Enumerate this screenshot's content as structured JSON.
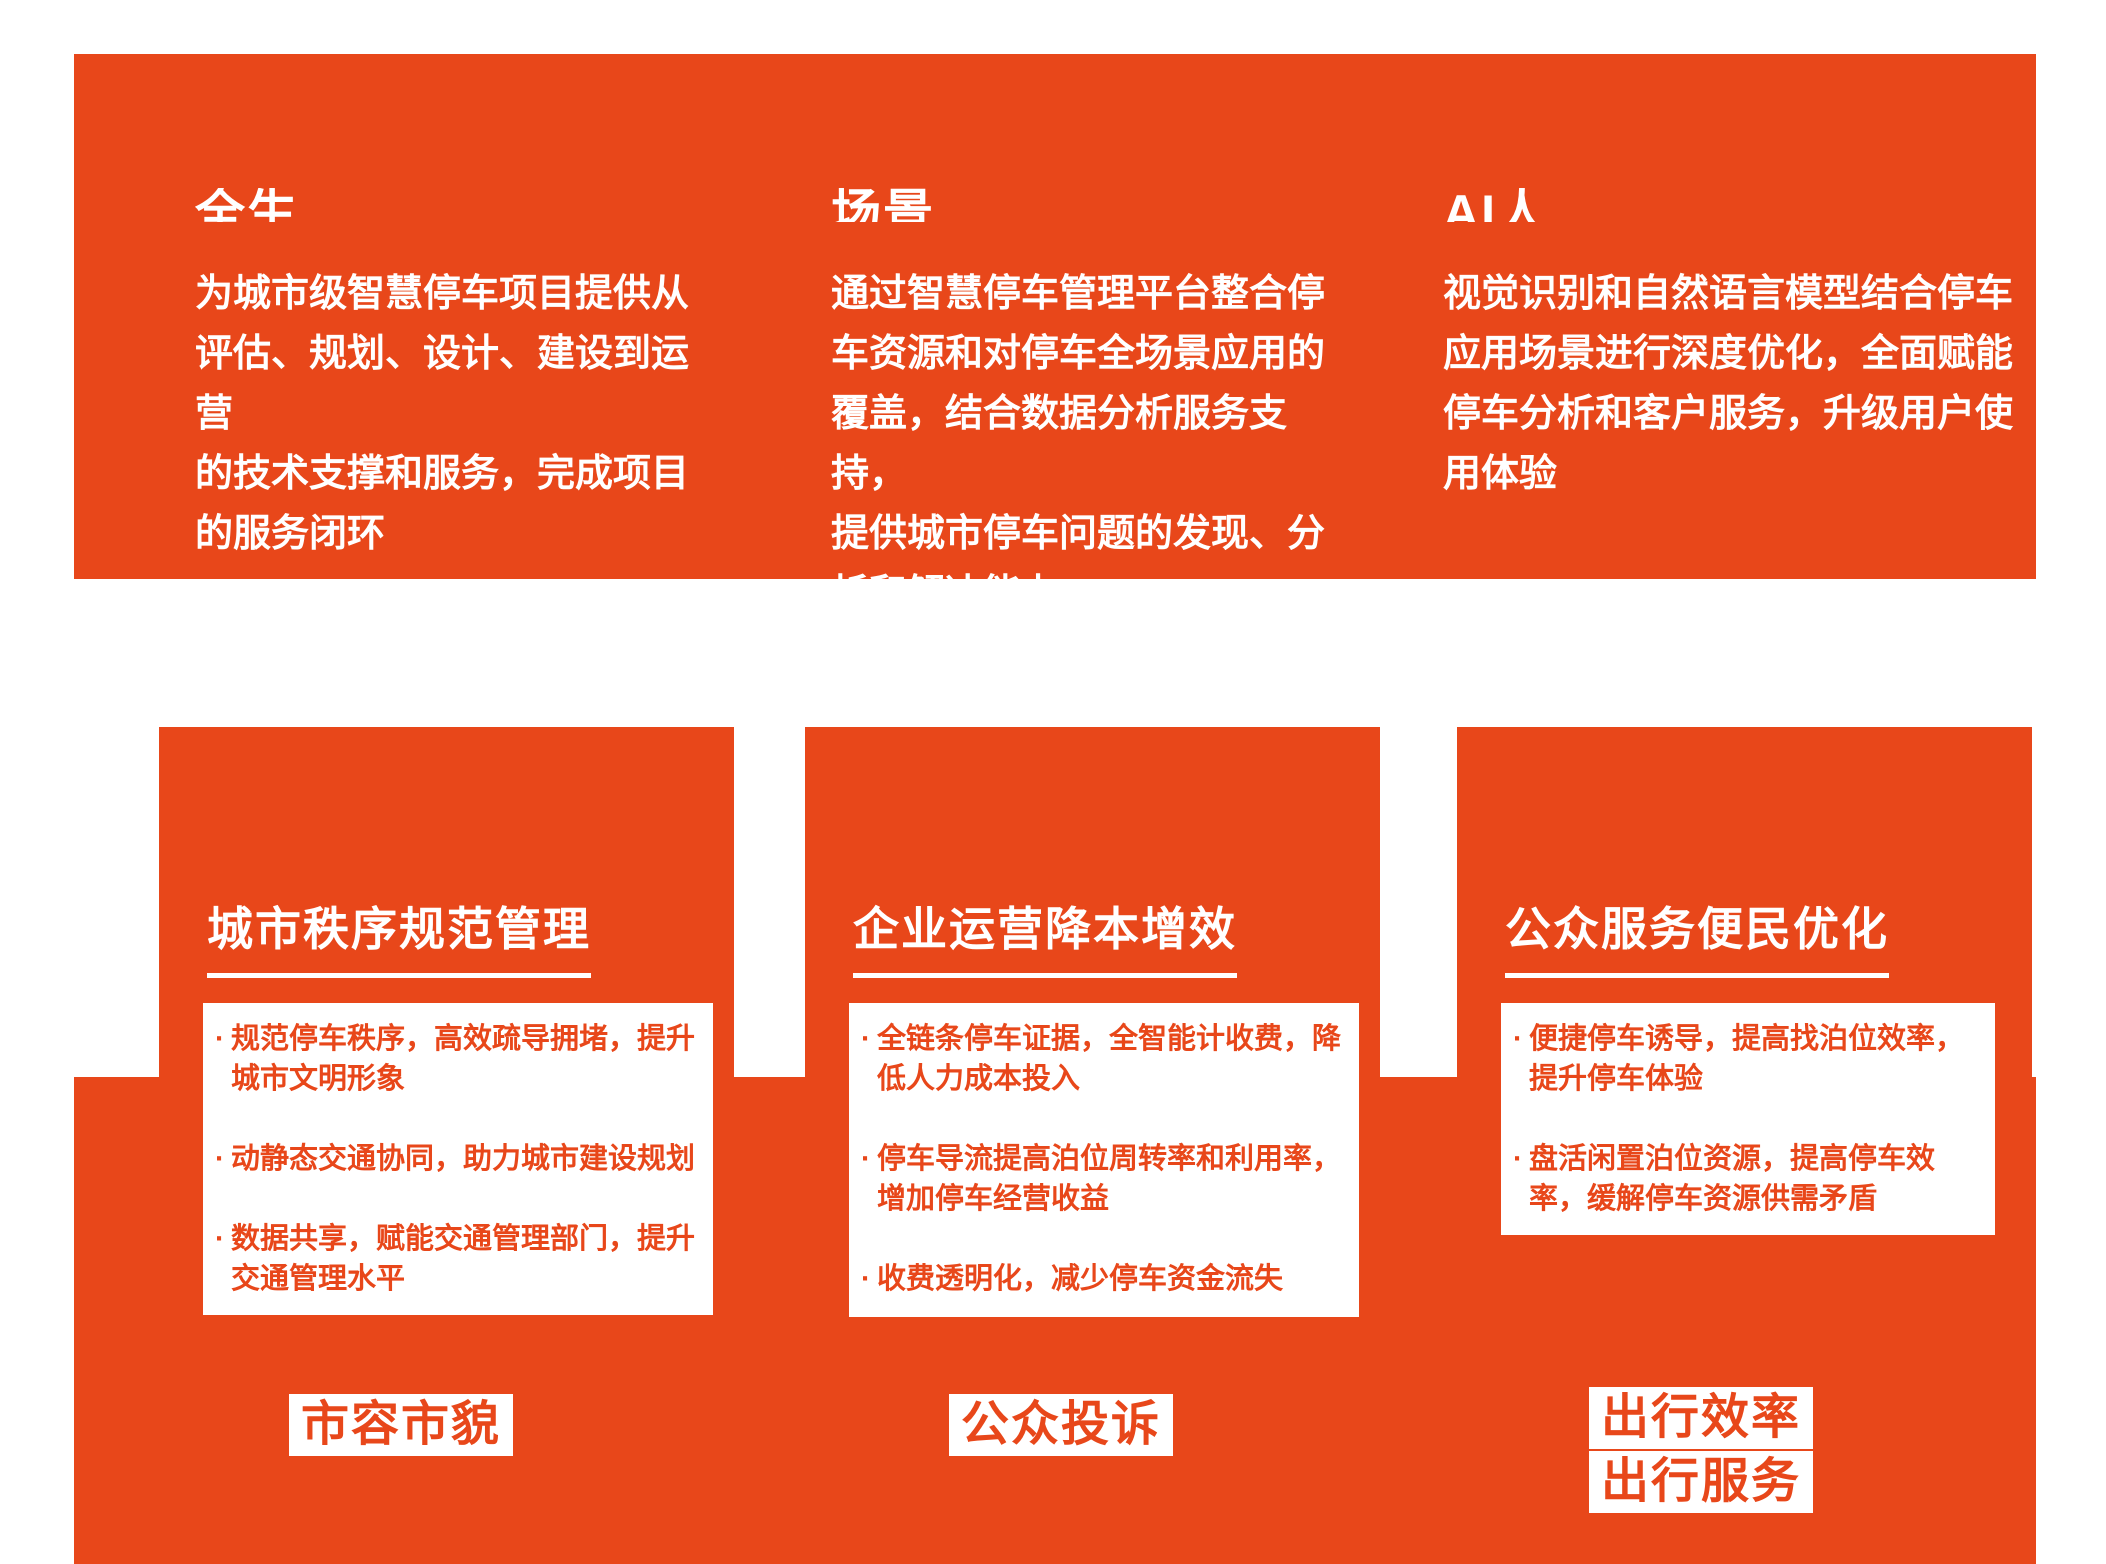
{
  "theme": {
    "orange": "#E8471A",
    "white": "#FFFFFF"
  },
  "top_banner": {
    "columns": [
      {
        "heading_fragment": "全生",
        "body_lines": [
          "为城市级智慧停车项目提供从",
          "评估、规划、设计、建设到运营",
          "的技术支撑和服务，完成项目",
          "的服务闭环"
        ]
      },
      {
        "heading_fragment": "场景",
        "body_lines": [
          "通过智慧停车管理平台整合停",
          "车资源和对停车全场景应用的",
          "覆盖，结合数据分析服务支持，",
          "提供城市停车问题的发现、分",
          "析和解决能力"
        ]
      },
      {
        "heading_fragment": "AI人",
        "body_lines": [
          "视觉识别和自然语言模型结合停车",
          "应用场景进行深度优化，全面赋能",
          "停车分析和客户服务，升级用户使",
          "用体验"
        ]
      }
    ]
  },
  "benefit_cards": [
    {
      "title": "城市秩序规范管理",
      "bullets": [
        "规范停车秩序，高效疏导拥堵，提升城市文明形象",
        "动静态交通协同，助力城市建设规划",
        "数据共享，赋能交通管理部门，提升交通管理水平"
      ],
      "footer_lines": [
        "市容市貌"
      ]
    },
    {
      "title": "企业运营降本增效",
      "bullets": [
        "全链条停车证据，全智能计收费，降低人力成本投入",
        "停车导流提高泊位周转率和利用率，增加停车经营收益",
        "收费透明化，减少停车资金流失"
      ],
      "footer_lines": [
        "公众投诉"
      ]
    },
    {
      "title": "公众服务便民优化",
      "bullets": [
        "便捷停车诱导，提高找泊位效率，提升停车体验",
        "盘活闲置泊位资源，提高停车效率，缓解停车资源供需矛盾"
      ],
      "footer_lines": [
        "出行效率",
        "出行服务"
      ]
    }
  ]
}
